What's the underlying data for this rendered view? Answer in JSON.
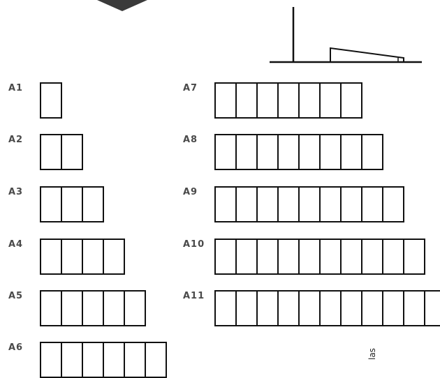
{
  "rows": [
    {
      "label": "A1",
      "cells": 1
    },
    {
      "label": "A2",
      "cells": 2
    },
    {
      "label": "A3",
      "cells": 3
    },
    {
      "label": "A4",
      "cells": 4
    },
    {
      "label": "A5",
      "cells": 5
    },
    {
      "label": "A6",
      "cells": 6
    },
    {
      "label": "A7",
      "cells": 7
    },
    {
      "label": "A8",
      "cells": 8
    },
    {
      "label": "A9",
      "cells": 9
    },
    {
      "label": "A10",
      "cells": 10
    },
    {
      "label": "A11",
      "cells": 11
    }
  ],
  "footer_text": "las",
  "colors": {
    "stroke": "#111111",
    "label": "#4a4a4a",
    "dark_shape": "#3a3a3a"
  },
  "icons": {
    "top_shape": "dark-chevron-shape",
    "top_right": "stick-figure-ramp-icon"
  }
}
